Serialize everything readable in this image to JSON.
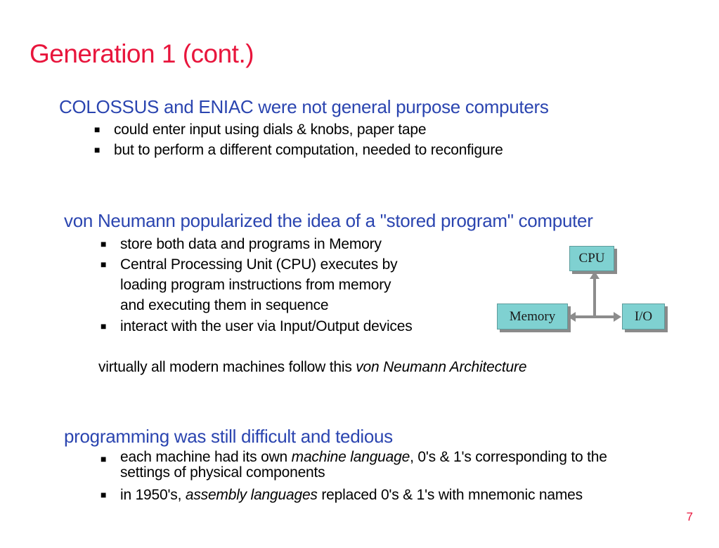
{
  "slide": {
    "title": "Generation 1 (cont.)",
    "page_number": "7"
  },
  "section1": {
    "heading": "COLOSSUS and ENIAC were not general purpose computers",
    "bullets": [
      "could enter input using dials & knobs, paper tape",
      "but to perform a different computation, needed to reconfigure"
    ]
  },
  "section2": {
    "heading": "von Neumann popularized the idea of a \"stored program\" computer",
    "bullet1": "store both data and programs in Memory",
    "bullet2_lines": [
      "Central Processing Unit (CPU) executes by",
      "loading program instructions from memory",
      "and executing them in sequence"
    ],
    "bullet3": "interact with the user via Input/Output devices",
    "note_prefix": "virtually all modern machines follow this ",
    "note_italic": "von Neumann Architecture"
  },
  "diagram": {
    "cpu": "CPU",
    "memory": "Memory",
    "io": "I/O",
    "box_color": "#7fd1d1"
  },
  "section3": {
    "heading": "programming was still difficult and tedious",
    "bullet1_prefix": "each machine had its own ",
    "bullet1_italic": "machine language",
    "bullet1_suffix": ", 0's & 1's corresponding to the",
    "bullet1_line2": "settings of physical components",
    "bullet2_prefix": "in 1950's, ",
    "bullet2_italic": "assembly languages",
    "bullet2_suffix": " replaced 0's & 1's with mnemonic names"
  },
  "colors": {
    "title": "#e8153c",
    "heading": "#2b45b0"
  }
}
